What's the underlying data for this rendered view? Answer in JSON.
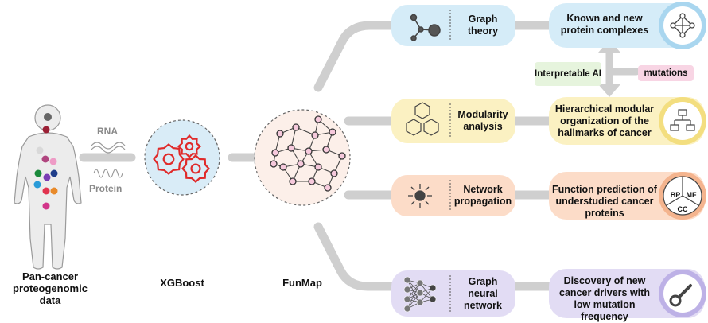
{
  "inputs": {
    "rna_label": "RNA",
    "protein_label": "Protein",
    "body_caption": "Pan-cancer proteogenomic data"
  },
  "model": {
    "caption": "XGBoost"
  },
  "network": {
    "caption": "FunMap"
  },
  "methods": [
    {
      "label": "Graph theory",
      "color": "#d5ecf8",
      "accent": "#a9d6ef"
    },
    {
      "label": "Modularity analysis",
      "color": "#fbf1c2",
      "accent": "#f3de7f"
    },
    {
      "label": "Network propagation",
      "color": "#fcdcc8",
      "accent": "#f4b48e"
    },
    {
      "label": "Graph neural network",
      "color": "#e2dcf4",
      "accent": "#bdb1e6"
    }
  ],
  "outcomes": [
    {
      "label": "Known and new protein complexes",
      "color": "#d5ecf8",
      "accent": "#a9d6ef"
    },
    {
      "label": "Hierarchical modular organization of the hallmarks of cancer",
      "color": "#fbf1c2",
      "accent": "#f3de7f"
    },
    {
      "label": "Function prediction of understudied cancer proteins",
      "color": "#fcdcc8",
      "accent": "#f4b48e"
    },
    {
      "label": "Discovery of new cancer drivers with low mutation frequency",
      "color": "#e2dcf4",
      "accent": "#bdb1e6"
    }
  ],
  "tags": {
    "interpretable_ai": "Interpretable AI",
    "mutations": "mutations"
  },
  "go_terms": {
    "bp": "BP",
    "mf": "MF",
    "cc": "CC"
  }
}
